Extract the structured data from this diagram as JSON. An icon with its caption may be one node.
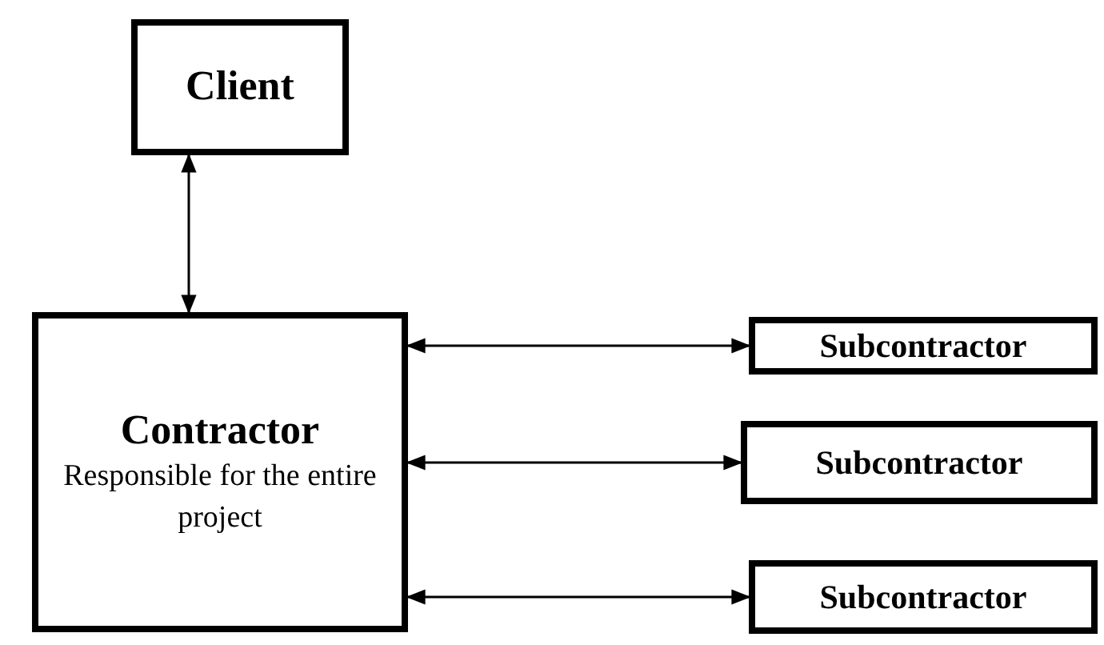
{
  "diagram": {
    "nodes": [
      {
        "text": [
          "Client"
        ]
      },
      {
        "text": [
          "Contractor",
          "Responsible for the entire project"
        ]
      },
      {
        "text": [
          "Subcontractor"
        ]
      },
      {
        "text": [
          "Subcontractor"
        ]
      },
      {
        "text": [
          "Subcontractor"
        ]
      }
    ],
    "edges": [
      {
        "from": 0,
        "to": 1,
        "arrow": "both"
      },
      {
        "from": 1,
        "to": 2,
        "arrow": "both"
      },
      {
        "from": 1,
        "to": 3,
        "arrow": "both"
      },
      {
        "from": 1,
        "to": 4,
        "arrow": "both"
      }
    ]
  }
}
